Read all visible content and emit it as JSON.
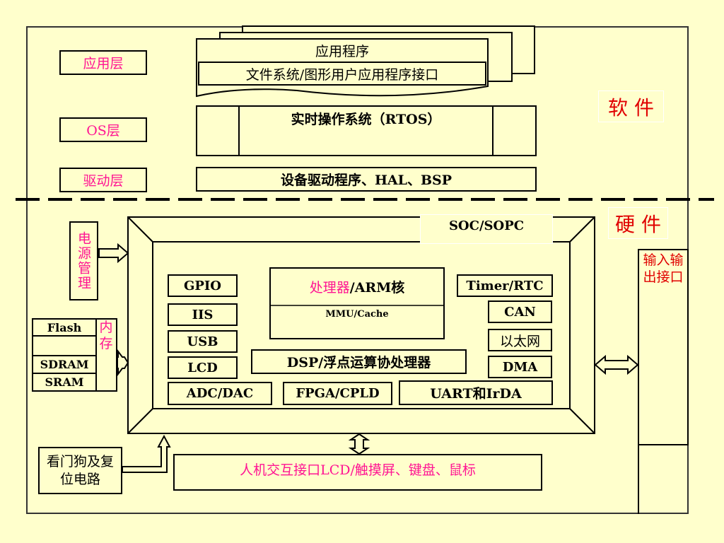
{
  "software": {
    "layers": {
      "app": "应用层",
      "os": "OS层",
      "driver": "驱动层"
    },
    "app_program": "应用程序",
    "fs_gui": "文件系统/图形用户应用程序接口",
    "rtos": "实时操作系统（RTOS）",
    "drivers": "设备驱动程序、HAL、BSP",
    "section_label": "软 件"
  },
  "hardware": {
    "section_label": "硬 件",
    "soc": "SOC/SOPC",
    "power": "电源管理",
    "memory": {
      "label": "内存",
      "flash": "Flash",
      "sdram": "SDRAM",
      "sram": "SRAM"
    },
    "io": "输入输出接口",
    "watchdog": "看门狗及复位电路",
    "hmi": "人机交互接口LCD/触摸屏、键盘、鼠标",
    "processor": {
      "name_pink": "处理器",
      "name_rest": "/ARM核",
      "mmu": "MMU/Cache"
    },
    "left_blocks": [
      "GPIO",
      "IIS",
      "USB",
      "LCD",
      "ADC/DAC"
    ],
    "right_blocks": [
      "Timer/RTC",
      "CAN",
      "以太网",
      "DMA"
    ],
    "dsp": "DSP/浮点运算协处理器",
    "fpga": "FPGA/CPLD",
    "uart": "UART和IrDA"
  }
}
